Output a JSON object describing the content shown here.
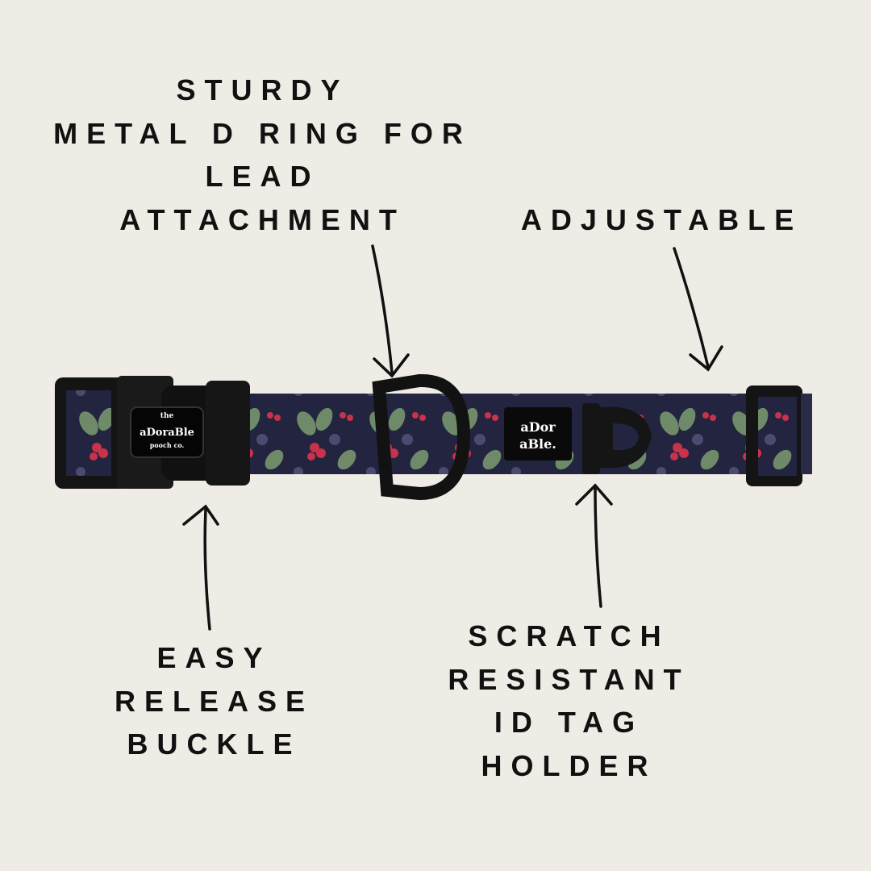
{
  "labels": {
    "d_ring": [
      "STURDY",
      "METAL D RING FOR",
      "LEAD",
      "ATTACHMENT"
    ],
    "adjustable": [
      "ADJUSTABLE"
    ],
    "buckle": [
      "EASY",
      "RELEASE",
      "BUCKLE"
    ],
    "tag_holder": [
      "SCRATCH",
      "RESISTANT",
      "ID TAG",
      "HOLDER"
    ]
  },
  "logos": {
    "buckle_logo": [
      "the",
      "aDoraBle",
      "pooch co."
    ],
    "strap_logo": [
      "aDor",
      "aBle."
    ]
  },
  "colors": {
    "background": "#efebe5",
    "strap": "#23243f",
    "hardware": "#141414",
    "berry": "#c8324a",
    "leaf": "#6f8a68"
  }
}
